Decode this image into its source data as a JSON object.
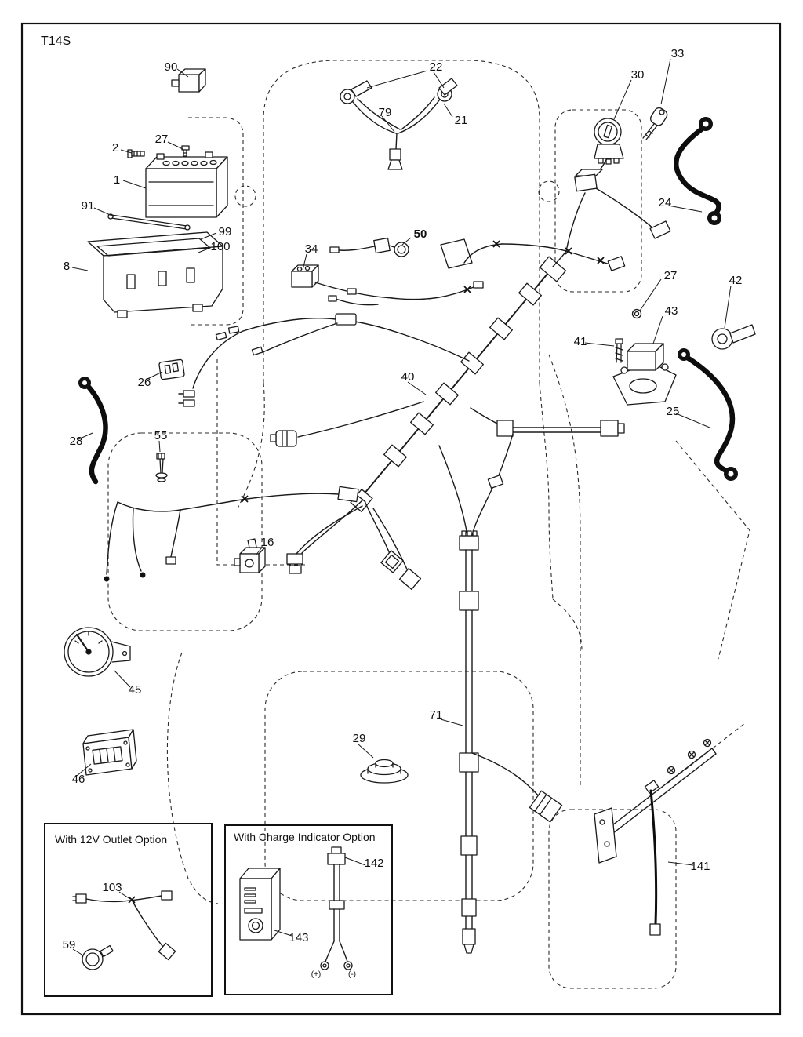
{
  "page": {
    "title": "T14S"
  },
  "callouts": {
    "n1": "1",
    "n2": "2",
    "n8": "8",
    "n16": "16",
    "n21": "21",
    "n22": "22",
    "n24": "24",
    "n25": "25",
    "n26": "26",
    "n27a": "27",
    "n27b": "27",
    "n28": "28",
    "n29": "29",
    "n30": "30",
    "n33": "33",
    "n34": "34",
    "n40": "40",
    "n41": "41",
    "n42": "42",
    "n43": "43",
    "n45": "45",
    "n46": "46",
    "n50": "50",
    "n55": "55",
    "n59": "59",
    "n71": "71",
    "n79": "79",
    "n90": "90",
    "n91": "91",
    "n99": "99",
    "n100": "100",
    "n103": "103",
    "n141": "141",
    "n142": "142",
    "n143": "143"
  },
  "boxes": {
    "outlet": {
      "title": "With 12V Outlet Option"
    },
    "charge": {
      "title": "With Charge Indicator Option",
      "plus": "(+)",
      "minus": "(-)"
    }
  }
}
